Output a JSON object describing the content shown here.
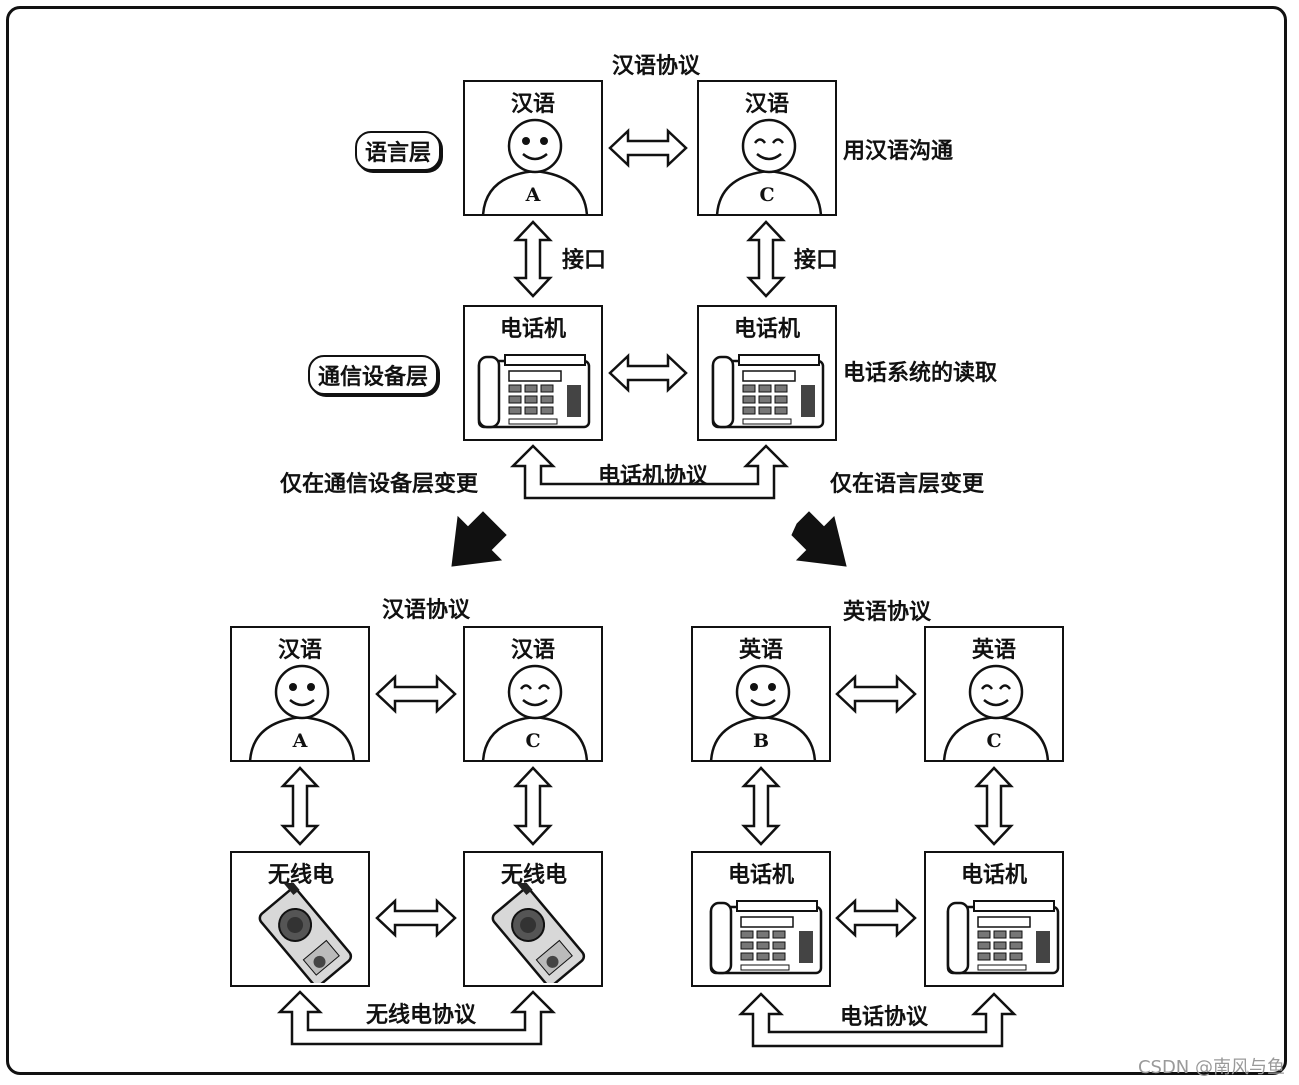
{
  "top": {
    "protocol_label": "汉语协议",
    "layer_language": "语言层",
    "layer_device": "通信设备层",
    "note_language": "用汉语沟通",
    "note_device": "电话系统的读取",
    "interface_left": "接口",
    "interface_right": "接口",
    "phone_protocol": "电话机协议",
    "change_left": "仅在通信设备层变更",
    "change_right": "仅在语言层变更",
    "person_a": {
      "lang": "汉语",
      "name": "A"
    },
    "person_c": {
      "lang": "汉语",
      "name": "C"
    },
    "device_left": "电话机",
    "device_right": "电话机"
  },
  "bottom_left": {
    "protocol_label": "汉语协议",
    "person_a": {
      "lang": "汉语",
      "name": "A"
    },
    "person_c": {
      "lang": "汉语",
      "name": "C"
    },
    "device_left": "无线电",
    "device_right": "无线电",
    "device_protocol": "无线电协议"
  },
  "bottom_right": {
    "protocol_label": "英语协议",
    "person_b": {
      "lang": "英语",
      "name": "B"
    },
    "person_c": {
      "lang": "英语",
      "name": "C"
    },
    "device_left": "电话机",
    "device_right": "电话机",
    "device_protocol": "电话协议"
  },
  "watermark": "CSDN @南风与鱼"
}
